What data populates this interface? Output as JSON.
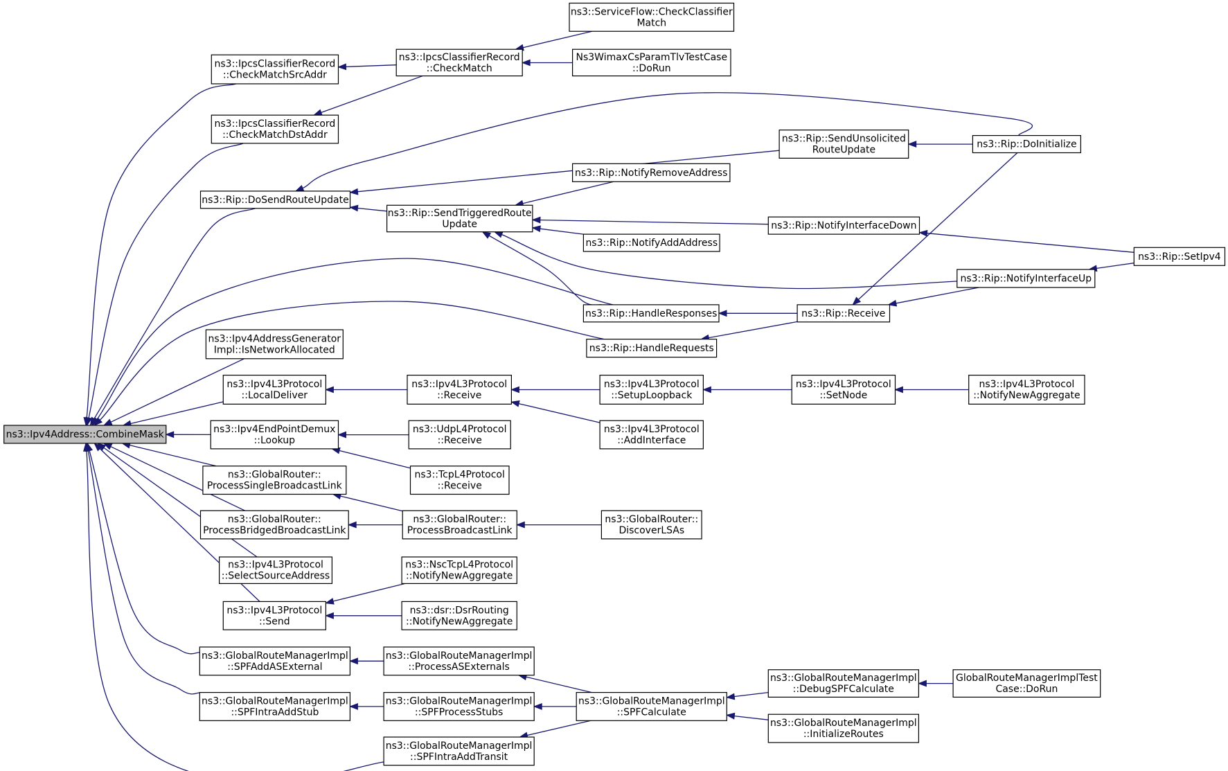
{
  "nodes": [
    {
      "id": "root",
      "lines": [
        "ns3::Ipv4Address::CombineMask"
      ],
      "root": true
    },
    {
      "id": "srcaddr",
      "lines": [
        "ns3::IpcsClassifierRecord",
        "::CheckMatchSrcAddr"
      ]
    },
    {
      "id": "dstaddr",
      "lines": [
        "ns3::IpcsClassifierRecord",
        "::CheckMatchDstAddr"
      ]
    },
    {
      "id": "checkmatch",
      "lines": [
        "ns3::IpcsClassifierRecord",
        "::CheckMatch"
      ]
    },
    {
      "id": "sfcheck",
      "lines": [
        "ns3::ServiceFlow::CheckClassifier",
        "Match"
      ]
    },
    {
      "id": "wimaxtc",
      "lines": [
        "Ns3WimaxCsParamTlvTestCase",
        "::DoRun"
      ]
    },
    {
      "id": "dosend",
      "lines": [
        "ns3::Rip::DoSendRouteUpdate"
      ]
    },
    {
      "id": "unsolicited",
      "lines": [
        "ns3::Rip::SendUnsolicited",
        "RouteUpdate"
      ]
    },
    {
      "id": "doinit",
      "lines": [
        "ns3::Rip::DoInitialize"
      ]
    },
    {
      "id": "notifyremove",
      "lines": [
        "ns3::Rip::NotifyRemoveAddress"
      ]
    },
    {
      "id": "triggered",
      "lines": [
        "ns3::Rip::SendTriggeredRoute",
        "Update"
      ]
    },
    {
      "id": "ifdown",
      "lines": [
        "ns3::Rip::NotifyInterfaceDown"
      ]
    },
    {
      "id": "setipv4",
      "lines": [
        "ns3::Rip::SetIpv4"
      ]
    },
    {
      "id": "notifyadd",
      "lines": [
        "ns3::Rip::NotifyAddAddress"
      ]
    },
    {
      "id": "ifup",
      "lines": [
        "ns3::Rip::NotifyInterfaceUp"
      ]
    },
    {
      "id": "handleresp",
      "lines": [
        "ns3::Rip::HandleResponses"
      ]
    },
    {
      "id": "receive",
      "lines": [
        "ns3::Rip::Receive"
      ]
    },
    {
      "id": "handlereq",
      "lines": [
        "ns3::Rip::HandleRequests"
      ]
    },
    {
      "id": "isnetalloc",
      "lines": [
        "ns3::Ipv4AddressGenerator",
        "Impl::IsNetworkAllocated"
      ]
    },
    {
      "id": "localdeliver",
      "lines": [
        "ns3::Ipv4L3Protocol",
        "::LocalDeliver"
      ]
    },
    {
      "id": "l3receive",
      "lines": [
        "ns3::Ipv4L3Protocol",
        "::Receive"
      ]
    },
    {
      "id": "setuploop",
      "lines": [
        "ns3::Ipv4L3Protocol",
        "::SetupLoopback"
      ]
    },
    {
      "id": "setnode",
      "lines": [
        "ns3::Ipv4L3Protocol",
        "::SetNode"
      ]
    },
    {
      "id": "l3nna",
      "lines": [
        "ns3::Ipv4L3Protocol",
        "::NotifyNewAggregate"
      ]
    },
    {
      "id": "addif",
      "lines": [
        "ns3::Ipv4L3Protocol",
        "::AddInterface"
      ]
    },
    {
      "id": "lookup",
      "lines": [
        "ns3::Ipv4EndPointDemux",
        "::Lookup"
      ]
    },
    {
      "id": "udprecv",
      "lines": [
        "ns3::UdpL4Protocol",
        "::Receive"
      ]
    },
    {
      "id": "tcprecv",
      "lines": [
        "ns3::TcpL4Protocol",
        "::Receive"
      ]
    },
    {
      "id": "psbl",
      "lines": [
        "ns3::GlobalRouter::",
        "ProcessSingleBroadcastLink"
      ]
    },
    {
      "id": "pbbl",
      "lines": [
        "ns3::GlobalRouter::",
        "ProcessBridgedBroadcastLink"
      ]
    },
    {
      "id": "pbl",
      "lines": [
        "ns3::GlobalRouter::",
        "ProcessBroadcastLink"
      ]
    },
    {
      "id": "discover",
      "lines": [
        "ns3::GlobalRouter::",
        "DiscoverLSAs"
      ]
    },
    {
      "id": "selectsrc",
      "lines": [
        "ns3::Ipv4L3Protocol",
        "::SelectSourceAddress"
      ]
    },
    {
      "id": "nscnna",
      "lines": [
        "ns3::NscTcpL4Protocol",
        "::NotifyNewAggregate"
      ]
    },
    {
      "id": "l3send",
      "lines": [
        "ns3::Ipv4L3Protocol",
        "::Send"
      ]
    },
    {
      "id": "dsrnna",
      "lines": [
        "ns3::dsr::DsrRouting",
        "::NotifyNewAggregate"
      ]
    },
    {
      "id": "spfasext",
      "lines": [
        "ns3::GlobalRouteManagerImpl",
        "::SPFAddASExternal"
      ]
    },
    {
      "id": "procasext",
      "lines": [
        "ns3::GlobalRouteManagerImpl",
        "::ProcessASExternals"
      ]
    },
    {
      "id": "spfcalc",
      "lines": [
        "ns3::GlobalRouteManagerImpl",
        "::SPFCalculate"
      ]
    },
    {
      "id": "debugspf",
      "lines": [
        "ns3::GlobalRouteManagerImpl",
        "::DebugSPFCalculate"
      ]
    },
    {
      "id": "grmtc",
      "lines": [
        "GlobalRouteManagerImplTest",
        "Case::DoRun"
      ]
    },
    {
      "id": "initroutes",
      "lines": [
        "ns3::GlobalRouteManagerImpl",
        "::InitializeRoutes"
      ]
    },
    {
      "id": "intrastub",
      "lines": [
        "ns3::GlobalRouteManagerImpl",
        "::SPFIntraAddStub"
      ]
    },
    {
      "id": "procstubs",
      "lines": [
        "ns3::GlobalRouteManagerImpl",
        "::SPFProcessStubs"
      ]
    },
    {
      "id": "intratransit",
      "lines": [
        "ns3::GlobalRouteManagerImpl",
        "::SPFIntraAddTransit"
      ]
    }
  ],
  "edges": [
    [
      "root",
      "srcaddr"
    ],
    [
      "root",
      "dstaddr"
    ],
    [
      "root",
      "dosend"
    ],
    [
      "root",
      "handleresp"
    ],
    [
      "root",
      "handlereq"
    ],
    [
      "root",
      "isnetalloc"
    ],
    [
      "root",
      "localdeliver"
    ],
    [
      "root",
      "lookup"
    ],
    [
      "root",
      "psbl"
    ],
    [
      "root",
      "pbbl"
    ],
    [
      "root",
      "selectsrc"
    ],
    [
      "root",
      "l3send"
    ],
    [
      "root",
      "spfasext"
    ],
    [
      "root",
      "intrastub"
    ],
    [
      "root",
      "intratransit"
    ],
    [
      "srcaddr",
      "checkmatch"
    ],
    [
      "dstaddr",
      "checkmatch"
    ],
    [
      "checkmatch",
      "sfcheck"
    ],
    [
      "checkmatch",
      "wimaxtc"
    ],
    [
      "dosend",
      "doinit"
    ],
    [
      "dosend",
      "unsolicited"
    ],
    [
      "dosend",
      "triggered"
    ],
    [
      "unsolicited",
      "doinit"
    ],
    [
      "triggered",
      "notifyremove"
    ],
    [
      "triggered",
      "ifdown"
    ],
    [
      "triggered",
      "notifyadd"
    ],
    [
      "triggered",
      "ifup"
    ],
    [
      "triggered",
      "handleresp"
    ],
    [
      "ifdown",
      "setipv4"
    ],
    [
      "ifup",
      "setipv4"
    ],
    [
      "handleresp",
      "receive"
    ],
    [
      "handlereq",
      "receive"
    ],
    [
      "receive",
      "doinit"
    ],
    [
      "receive",
      "ifup"
    ],
    [
      "localdeliver",
      "l3receive"
    ],
    [
      "l3receive",
      "setuploop"
    ],
    [
      "l3receive",
      "addif"
    ],
    [
      "setuploop",
      "setnode"
    ],
    [
      "setnode",
      "l3nna"
    ],
    [
      "lookup",
      "udprecv"
    ],
    [
      "lookup",
      "tcprecv"
    ],
    [
      "psbl",
      "pbl"
    ],
    [
      "pbbl",
      "pbl"
    ],
    [
      "pbl",
      "discover"
    ],
    [
      "l3send",
      "nscnna"
    ],
    [
      "l3send",
      "dsrnna"
    ],
    [
      "spfasext",
      "procasext"
    ],
    [
      "procasext",
      "spfcalc"
    ],
    [
      "spfcalc",
      "debugspf"
    ],
    [
      "spfcalc",
      "initroutes"
    ],
    [
      "debugspf",
      "grmtc"
    ],
    [
      "intrastub",
      "procstubs"
    ],
    [
      "procstubs",
      "spfcalc"
    ],
    [
      "intratransit",
      "spfcalc"
    ]
  ]
}
